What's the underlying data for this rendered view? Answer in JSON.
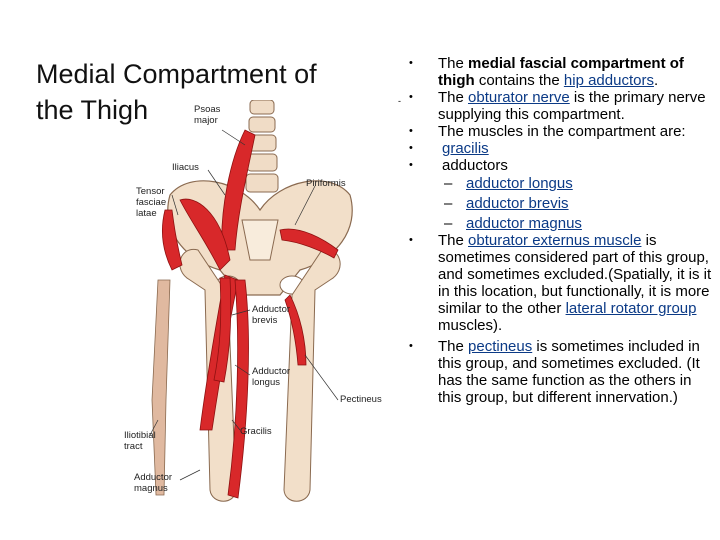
{
  "slide": {
    "title_line1": "Medial Compartment of",
    "title_line2": "the Thigh",
    "stray_mark": "-"
  },
  "figure": {
    "labels": {
      "psoas": "Psoas\nmajor",
      "iliacus": "Iliacus",
      "piriformis": "Piriformis",
      "tensor": "Tensor\nfasciae\nlatae",
      "adductor_brevis": "Adductor\nbrevis",
      "adductor_longus": "Adductor\nlongus",
      "pectineus": "Pectineus",
      "iliotibial": "Iliotibial\ntract",
      "gracilis": "Gracilis",
      "adductor_magnus": "Adductor\nmagnus"
    }
  },
  "bullets": {
    "b1_pre": "The ",
    "b1_bold": "medial fascial compartment of thigh",
    "b1_mid": " contains the ",
    "b1_link": "hip adductors",
    "b1_end": ".",
    "b2_pre": "The ",
    "b2_link": "obturator nerve",
    "b2_end": " is the primary nerve supplying this compartment.",
    "b3": "The muscles in the compartment are:",
    "b4_link": "gracilis",
    "b5": "adductors",
    "sub1_link": "adductor longus",
    "sub2_link": "adductor brevis",
    "sub3_link": "adductor magnus",
    "dash": "–",
    "b6_pre": "The ",
    "b6_link": "obturator externus muscle",
    "b6_mid": " is sometimes considered part of this group, and sometimes excluded.(Spatially, it is it in this location, but functionally, it is more similar to the other ",
    "b6_link2": "lateral rotator group",
    "b6_end": " muscles).",
    "b7_pre": "The ",
    "b7_link": "pectineus",
    "b7_end": " is sometimes included in this group, and sometimes excluded. (It has the same function as the others in this group, but different innervation.)",
    "dot": "•"
  }
}
